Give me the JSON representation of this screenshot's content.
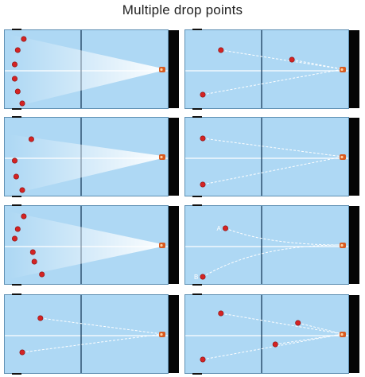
{
  "title": "Multiple drop points",
  "colors": {
    "field": "#aed8f4",
    "field_border": "#5f90b3",
    "net": "#1b3d5c",
    "wall": "#050505",
    "ball": "#d42323",
    "machine": "#d85a1f",
    "path": "#ffffff"
  },
  "panels": [
    {
      "id": "fan-left-column",
      "fan": true,
      "balls": [
        {
          "fx": 0.11,
          "fy": 0.12
        },
        {
          "fx": 0.07,
          "fy": 0.26
        },
        {
          "fx": 0.05,
          "fy": 0.44
        },
        {
          "fx": 0.05,
          "fy": 0.62
        },
        {
          "fx": 0.07,
          "fy": 0.78
        },
        {
          "fx": 0.1,
          "fy": 0.93
        }
      ],
      "labels": []
    },
    {
      "id": "two-points-crossed",
      "fan": false,
      "balls": [
        {
          "fx": 0.22,
          "fy": 0.26
        },
        {
          "fx": 0.69,
          "fy": 0.38
        },
        {
          "fx": 0.1,
          "fy": 0.82
        }
      ],
      "labels": []
    },
    {
      "id": "one-far-fan-three-near",
      "fan": true,
      "balls": [
        {
          "fx": 0.16,
          "fy": 0.28
        },
        {
          "fx": 0.05,
          "fy": 0.55
        },
        {
          "fx": 0.06,
          "fy": 0.75
        },
        {
          "fx": 0.1,
          "fy": 0.92
        }
      ],
      "labels": []
    },
    {
      "id": "two-points-straight",
      "fan": false,
      "balls": [
        {
          "fx": 0.1,
          "fy": 0.27
        },
        {
          "fx": 0.1,
          "fy": 0.85
        }
      ],
      "labels": []
    },
    {
      "id": "fan-left-zigzag",
      "fan": true,
      "balls": [
        {
          "fx": 0.11,
          "fy": 0.14
        },
        {
          "fx": 0.07,
          "fy": 0.3
        },
        {
          "fx": 0.05,
          "fy": 0.42
        },
        {
          "fx": 0.17,
          "fy": 0.59
        },
        {
          "fx": 0.18,
          "fy": 0.71
        },
        {
          "fx": 0.23,
          "fy": 0.87
        }
      ],
      "labels": []
    },
    {
      "id": "curved-a-b",
      "fan": false,
      "curved": true,
      "balls": [
        {
          "fx": 0.25,
          "fy": 0.29
        },
        {
          "fx": 0.1,
          "fy": 0.9
        }
      ],
      "labels": [
        "A",
        "B"
      ]
    },
    {
      "id": "two-points-wide",
      "fan": false,
      "balls": [
        {
          "fx": 0.22,
          "fy": 0.3
        },
        {
          "fx": 0.1,
          "fy": 0.73
        }
      ],
      "labels": []
    },
    {
      "id": "four-points-mixed",
      "fan": false,
      "balls": [
        {
          "fx": 0.22,
          "fy": 0.24
        },
        {
          "fx": 0.73,
          "fy": 0.36
        },
        {
          "fx": 0.58,
          "fy": 0.63
        },
        {
          "fx": 0.1,
          "fy": 0.82
        }
      ],
      "labels": []
    }
  ]
}
